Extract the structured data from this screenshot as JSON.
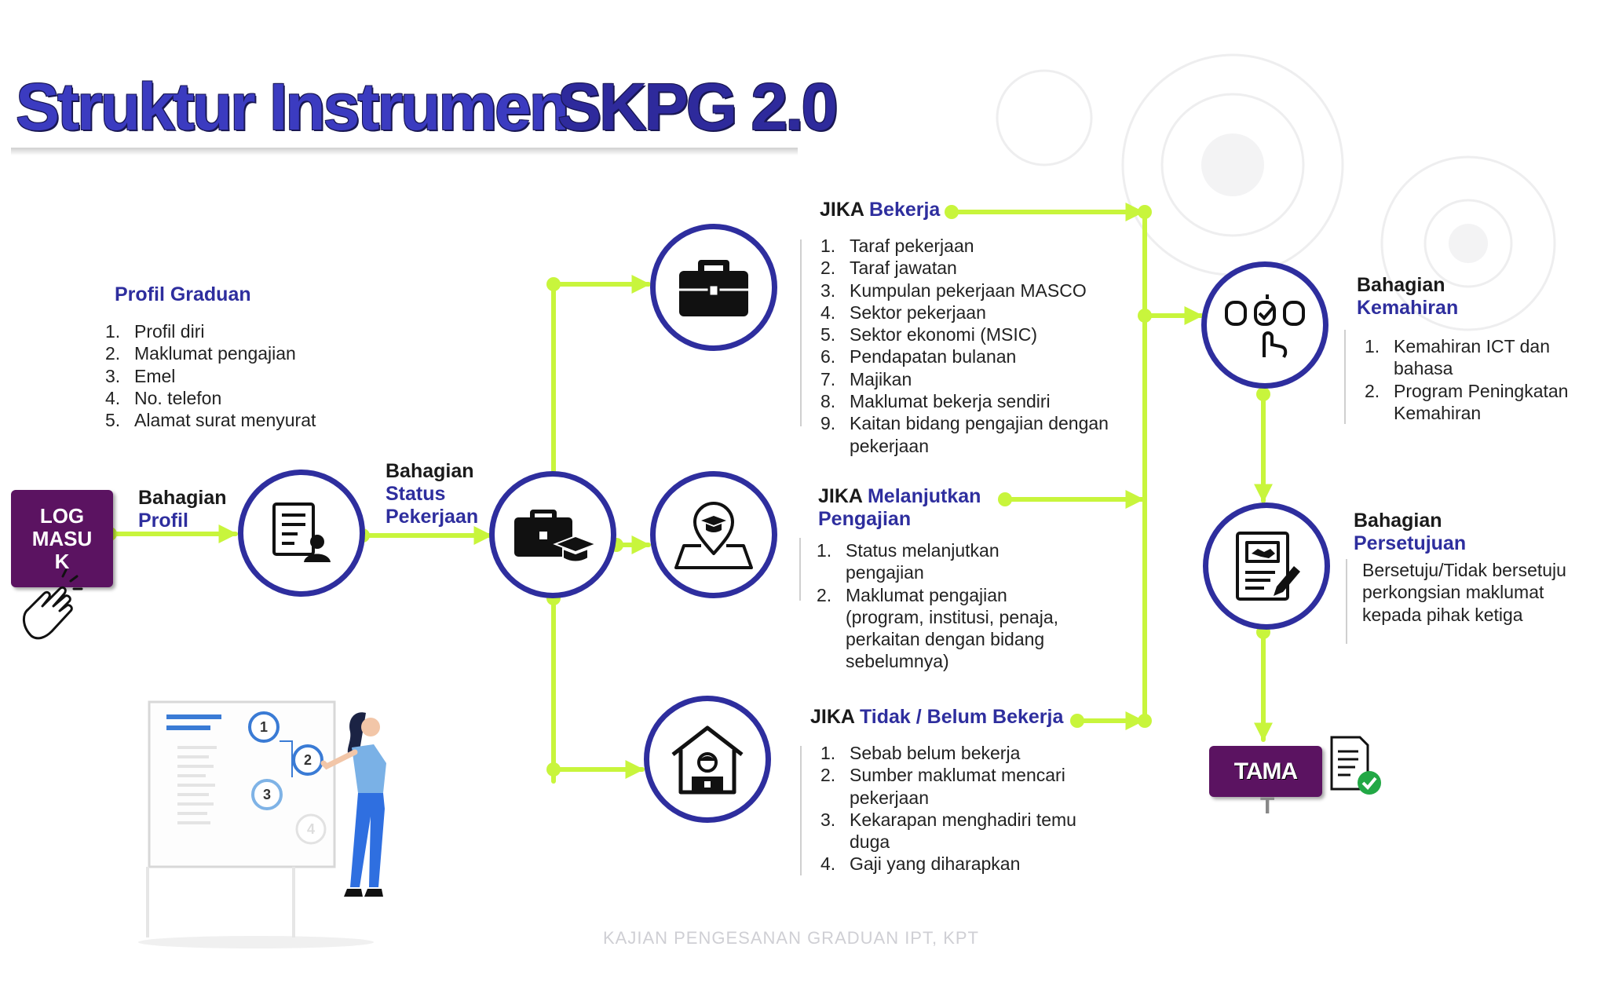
{
  "title": {
    "part1": "Struktur Instrumen",
    "part2": "SKPG 2.0"
  },
  "colors": {
    "accent_blue": "#2E2E9E",
    "connector_green": "#C8F53C",
    "button_purple": "#5B1361",
    "check_green": "#22A845"
  },
  "login_button": {
    "label": "LOG MASU K",
    "icon": "tap-hand-icon"
  },
  "profil": {
    "title": "Profil Graduan",
    "items": [
      "Profil diri",
      "Maklumat pengajian",
      "Emel",
      "No. telefon",
      "Alamat surat menyurat"
    ]
  },
  "bahagian_profil": {
    "line1": "Bahagian",
    "line2": "Profil",
    "icon": "profile-document-icon"
  },
  "bahagian_status": {
    "line1": "Bahagian",
    "line2": "Status",
    "line3": "Pekerjaan",
    "icon": "briefcase-graduate-icon"
  },
  "bekerja": {
    "prefix": "JIKA ",
    "label": "Bekerja",
    "icon": "briefcase-icon",
    "items": [
      "Taraf pekerjaan",
      "Taraf jawatan",
      "Kumpulan pekerjaan MASCO",
      "Sektor pekerjaan",
      "Sektor ekonomi (MSIC)",
      "Pendapatan bulanan",
      "Majikan",
      "Maklumat bekerja sendiri",
      "Kaitan bidang pengajian dengan pekerjaan"
    ]
  },
  "melanjutkan": {
    "prefix": "JIKA ",
    "label": "Melanjutkan",
    "label2": "Pengajian",
    "icon": "graduation-pin-icon",
    "items": [
      "Status melanjutkan pengajian",
      "Maklumat pengajian (program, institusi, penaja, perkaitan dengan bidang sebelumnya)"
    ]
  },
  "tidak_bekerja": {
    "prefix": "JIKA ",
    "label": "Tidak / Belum Bekerja",
    "icon": "home-worker-icon",
    "items": [
      "Sebab belum bekerja",
      "Sumber maklumat mencari pekerjaan",
      "Kekarapan menghadiri temu duga",
      "Gaji yang diharapkan"
    ]
  },
  "kemahiran": {
    "line1": "Bahagian",
    "line2": "Kemahiran",
    "icon": "skill-select-icon",
    "items": [
      "Kemahiran ICT dan bahasa",
      "Program Peningkatan Kemahiran"
    ]
  },
  "persetujuan": {
    "line1": "Bahagian",
    "line2": "Persetujuan",
    "icon": "agreement-document-icon",
    "text": "Bersetuju/Tidak bersetuju perkongsian maklumat kepada pihak ketiga"
  },
  "tamat_button": {
    "label": "TAMA",
    "label_overflow": "T",
    "icon": "completed-document-icon"
  },
  "illustration": {
    "steps": [
      "1",
      "2",
      "3",
      "4"
    ]
  },
  "footer": "KAJIAN PENGESANAN GRADUAN IPT, KPT"
}
